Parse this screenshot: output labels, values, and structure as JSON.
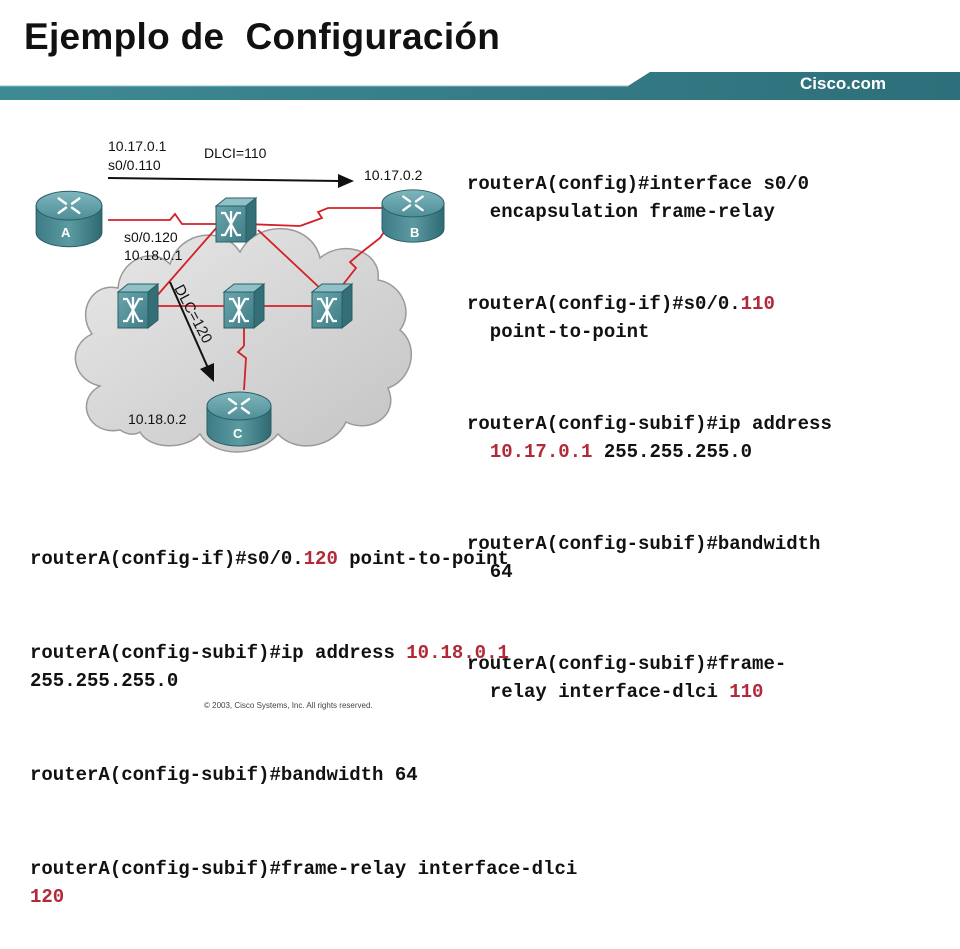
{
  "slide": {
    "title": "Ejemplo de  Configuración",
    "brand": "Cisco.com",
    "copyright": "© 2003, Cisco Systems, Inc. All rights reserved."
  },
  "diagram": {
    "routers": [
      "A",
      "B",
      "C"
    ],
    "labels": {
      "a_ip_110": "10.17.0.1",
      "a_subif_110": "s0/0.110",
      "dlci_110": "DLCI=110",
      "b_ip": "10.17.0.2",
      "a_subif_120": "s0/0.120",
      "a_ip_120": "10.18.0.1",
      "dlci_120": "DLC=120",
      "c_ip": "10.18.0.2"
    }
  },
  "right_commands": [
    [
      "routerA(config)#interface s0/0",
      "  encapsulation frame-relay"
    ],
    [
      "routerA(config-if)#s0/0.",
      "110",
      "  point-to-point"
    ],
    [
      "routerA(config-subif)#ip address",
      "  ",
      "10.17.0.1",
      " 255.255.255.0"
    ],
    [
      "routerA(config-subif)#bandwidth",
      "  64"
    ],
    [
      "routerA(config-subif)#frame-",
      "  relay interface-dlci ",
      "110"
    ]
  ],
  "bottom_commands": [
    [
      "routerA(config-if)#s0/0.",
      "120",
      " point-to-point"
    ],
    [
      "routerA(config-subif)#ip address ",
      "10.18.0.1",
      "255.255.255.0"
    ],
    [
      "routerA(config-subif)#bandwidth 64"
    ],
    [
      "routerA(config-subif)#frame-relay interface-dlci",
      "120"
    ]
  ]
}
